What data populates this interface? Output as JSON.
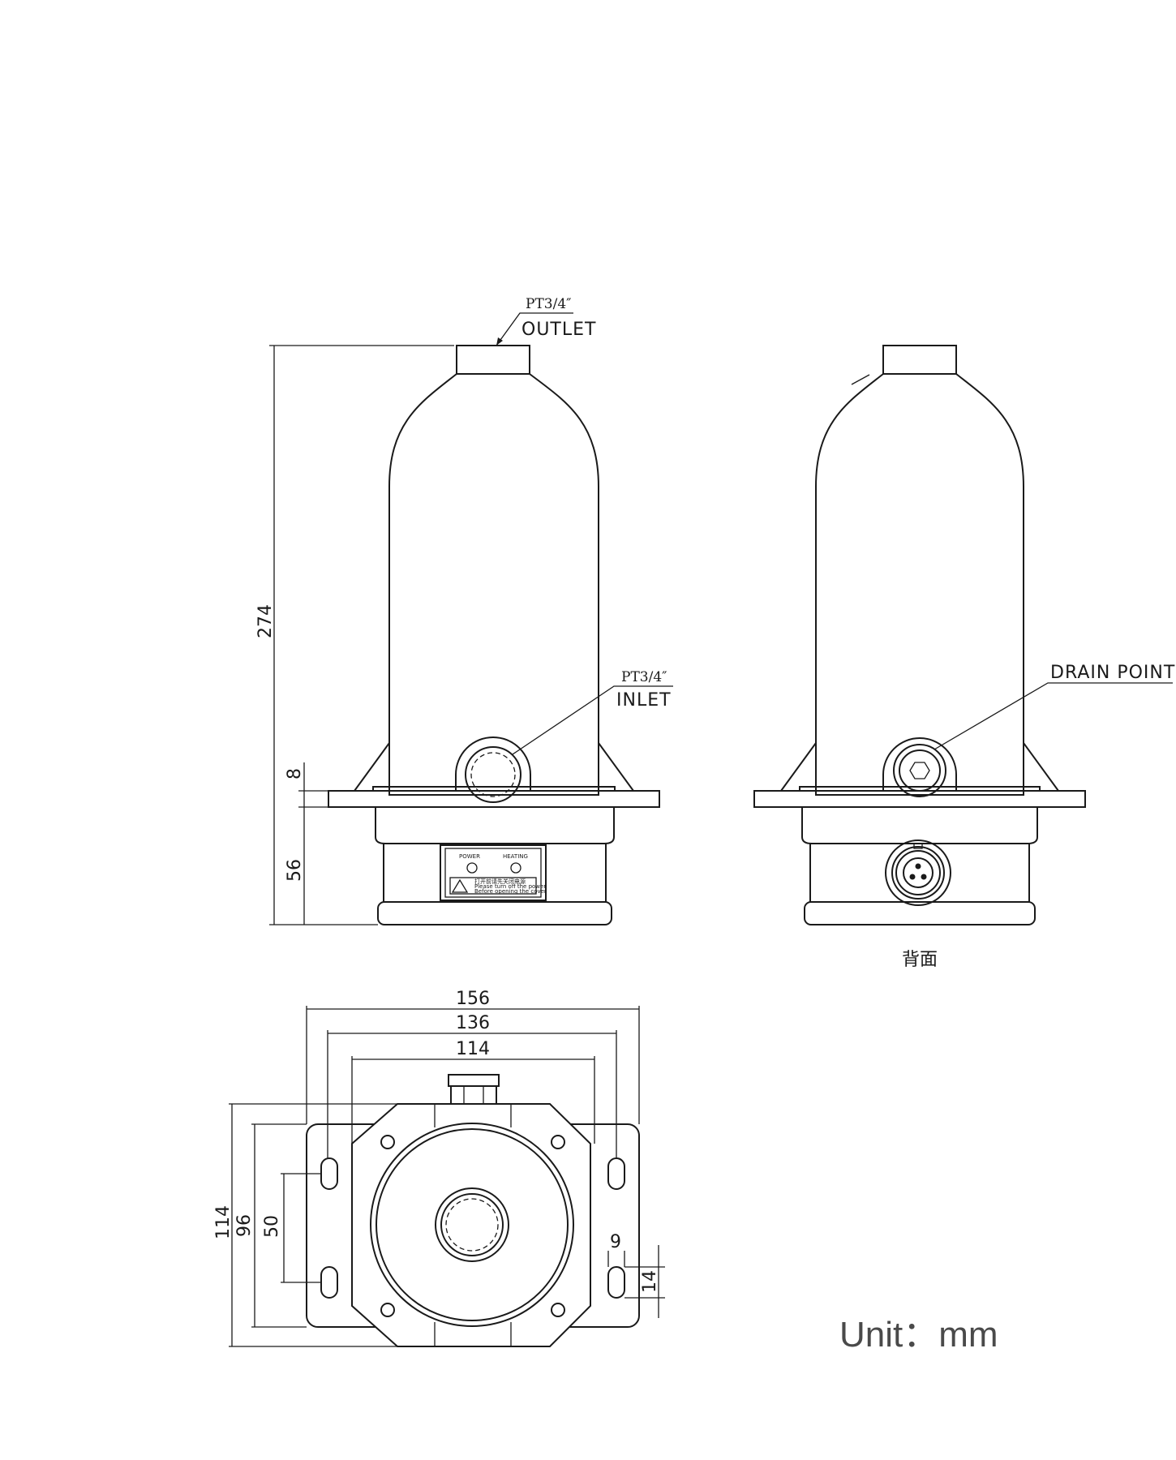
{
  "front_view": {
    "outlet_thread": "PT3/4″",
    "outlet_label": "OUTLET",
    "inlet_thread": "PT3/4″",
    "inlet_label": "INLET",
    "dim_total_height": "274",
    "dim_flange": "8",
    "dim_base": "56",
    "panel": {
      "power_label": "POWER",
      "heating_label": "HEATING",
      "warning_line1": "打开前请先关闭电源",
      "warning_line2": "Please turn off the power",
      "warning_line3": "Before opening the cover"
    }
  },
  "back_view": {
    "drain_label": "DRAIN POINT",
    "caption": "背面"
  },
  "top_view": {
    "dim_156": "156",
    "dim_136": "136",
    "dim_114_width": "114",
    "dim_114_height": "114",
    "dim_96": "96",
    "dim_50": "50",
    "dim_9": "9",
    "dim_14": "14"
  },
  "unit_label": "Unit：mm"
}
